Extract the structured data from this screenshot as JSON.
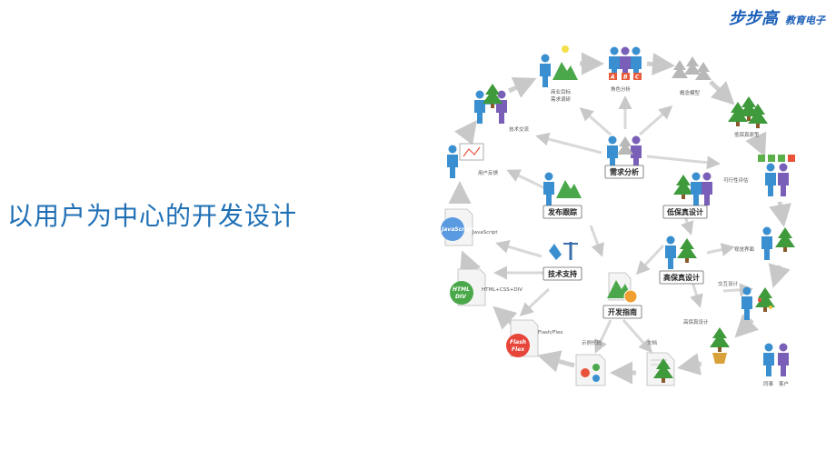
{
  "header": {
    "brand": "步步高",
    "brand_sub": "教育电子"
  },
  "slide": {
    "title": "以用户为中心的开发设计"
  },
  "diagram": {
    "outer": {
      "business_goals_line1": "商业目标",
      "business_goals_line2": "需求调研",
      "role_analysis": "角色分析",
      "concept_model": "概念模型",
      "low_fi_prototype": "低保真原型",
      "feasibility": "可行性评估",
      "visual_interface": "视觉界面",
      "interaction_design": "交互设计",
      "hi_fi_design": "高保真设计",
      "doc": "文档",
      "sample_code": "示例代码",
      "flash_flex": "Flash/Flex",
      "html_css": "HTML+CSS+DIV",
      "javascript": "JavaScript",
      "user_feedback": "用户反馈",
      "tech_exchange": "技术交流"
    },
    "boxes": {
      "requirements": "需求分析",
      "release_tracking": "发布跟踪",
      "low_fi_design": "低保真设计",
      "tech_support": "技术支持",
      "hi_fi_design": "高保真设计",
      "dev_guide": "开发指南"
    },
    "badges": {
      "javascript_l1": "JavaScript",
      "html_l1": "HTML",
      "html_l2": "DIV",
      "flash_l1": "Flash",
      "flash_l2": "Flex",
      "abc_a": "A",
      "abc_b": "B",
      "abc_c": "C"
    },
    "legend": {
      "colleague": "同事",
      "customer": "客户"
    }
  },
  "colors": {
    "title": "#1f6fb5",
    "brand": "#1b5fb8",
    "person": "#3a8fd0",
    "person2": "#7a5fb8",
    "tree": "#3e9a3a",
    "arrow": "#cfcfcf"
  }
}
